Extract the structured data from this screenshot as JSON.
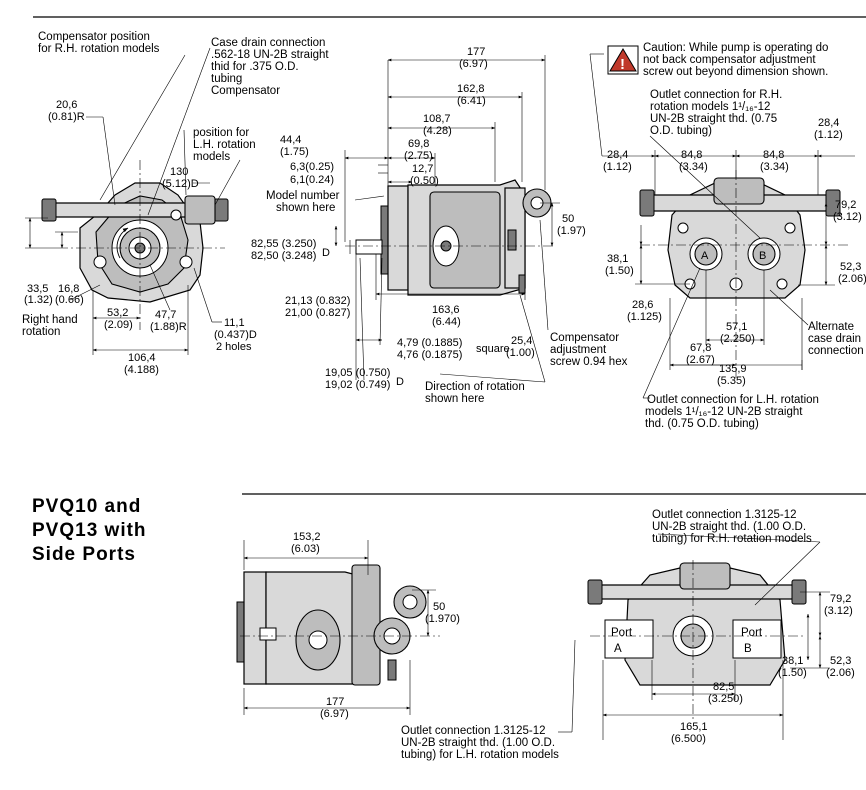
{
  "section_title": [
    "PVQ10 and",
    "PVQ13 with",
    "Side Ports"
  ],
  "front_view": {
    "comp_rh": [
      "Compensator position",
      "for R.H. rotation models"
    ],
    "case_drain": [
      ".562-18 UN-2B straight",
      "thid for .375 O.D.",
      "tubing",
      "Compensator"
    ],
    "case_drain_title": "Case drain connection",
    "lh_pos": [
      "position for",
      "L.H. rotation",
      "models"
    ],
    "r20": [
      "20,6",
      "(0.81)R"
    ],
    "d130": [
      "130",
      "(5.12)D"
    ],
    "d335": [
      "33,5",
      "(1.32)"
    ],
    "d168": [
      "16,8",
      "(0.66)"
    ],
    "rh_rot": [
      "Right hand",
      "rotation"
    ],
    "d532": [
      "53,2",
      "(2.09)"
    ],
    "r477": [
      "47,7",
      "(1.88)R"
    ],
    "h111": [
      "11,1",
      "(0.437)D",
      "2 holes"
    ],
    "d1064": [
      "106,4",
      "(4.188)"
    ]
  },
  "side_view": {
    "d177": [
      "177",
      "(6.97)"
    ],
    "d1628": [
      "162,8",
      "(6.41)"
    ],
    "d1087": [
      "108,7",
      "(4.28)"
    ],
    "d444": [
      "44,4",
      "(1.75)"
    ],
    "d698": [
      "69,8",
      "(2.75)"
    ],
    "d63": "6,3(0.25)",
    "d61": "6,1(0.24)",
    "d127": [
      "12,7",
      "(0.50)"
    ],
    "model_no": [
      "Model number",
      "shown here"
    ],
    "d50": [
      "50",
      "(1.97)"
    ],
    "shaft_d": [
      "82,55 (3.250)",
      "82,50 (3.248)"
    ],
    "d_letter": "D",
    "key": [
      "21,13 (0.832)",
      "21,00 (0.827)"
    ],
    "d1636": [
      "163,6",
      "(6.44)"
    ],
    "sq": [
      "4,79 (0.1885)",
      "4,76 (0.1875)"
    ],
    "sq_word": "square",
    "d254": [
      "25,4",
      "(1.00)"
    ],
    "comp_adj": [
      "Compensator",
      "adjustment",
      "screw 0.94 hex"
    ],
    "shaft": [
      "19,05 (0.750)",
      "19,02 (0.749)"
    ],
    "dir_rot": [
      "Direction of rotation",
      "shown here"
    ]
  },
  "rear_view": {
    "caution": [
      "Caution: While pump is operating do",
      "not back compensator adjustment",
      "screw out beyond dimension shown."
    ],
    "outlet_rh": [
      "Outlet connection for R.H.",
      "rotation models 1¹/₁₆-12",
      "UN-2B straight thd. (0.75",
      "O.D. tubing)"
    ],
    "d284l": [
      "28,4",
      "(1.12)"
    ],
    "d848a": [
      "84,8",
      "(3.34)"
    ],
    "d848b": [
      "84,8",
      "(3.34)"
    ],
    "d284r": [
      "28,4",
      "(1.12)"
    ],
    "d792": [
      "79,2",
      "(3.12)"
    ],
    "d381": [
      "38,1",
      "(1.50)"
    ],
    "d523": [
      "52,3",
      "(2.06)"
    ],
    "d286": [
      "28,6",
      "(1.125)"
    ],
    "d571": [
      "57,1",
      "(2.250)"
    ],
    "alt_drain": [
      "Alternate",
      "case drain",
      "connection"
    ],
    "d678": [
      "67,8",
      "(2.67)"
    ],
    "d1359": [
      "135,9",
      "(5.35)"
    ],
    "outlet_lh": [
      "Outlet connection for L.H. rotation",
      "models 1¹/₁₆-12 UN-2B straight",
      "thd. (0.75 O.D. tubing)"
    ],
    "port_a": "A",
    "port_b": "B"
  },
  "side_ports": {
    "d1532": [
      "153,2",
      "(6.03)"
    ],
    "d50": [
      "50",
      "(1.970)"
    ],
    "d177": [
      "177",
      "(6.97)"
    ],
    "outlet_lh": [
      "Outlet connection 1.3125-12",
      "UN-2B straight thd. (1.00 O.D.",
      "tubing) for L.H. rotation models"
    ],
    "outlet_rh": [
      "Outlet connection 1.3125-12",
      "UN-2B straight thd. (1.00 O.D.",
      "tubing) for R.H. rotation models"
    ],
    "port_word": "Port",
    "port_a": "A",
    "port_b": "B",
    "d792": [
      "79,2",
      "(3.12)"
    ],
    "d381": [
      "38,1",
      "(1.50)"
    ],
    "d523": [
      "52,3",
      "(2.06)"
    ],
    "d825": [
      "82,5",
      "(3.250)"
    ],
    "d1651": [
      "165,1",
      "(6.500)"
    ]
  }
}
